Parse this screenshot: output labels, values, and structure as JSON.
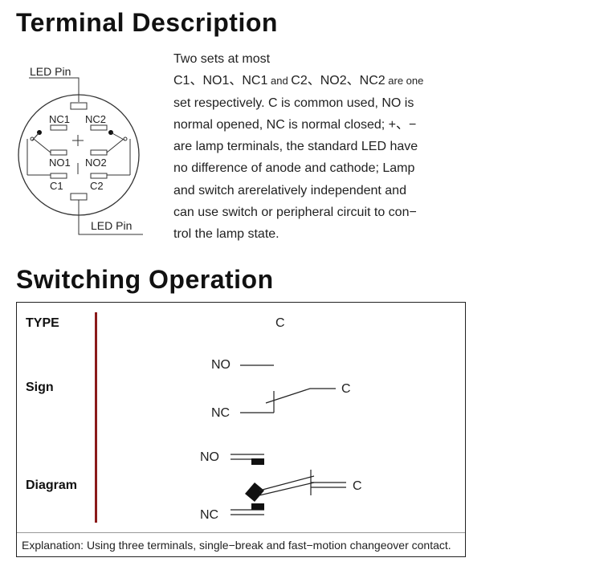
{
  "headings": {
    "terminal": "Terminal Description",
    "switching": "Switching Operation"
  },
  "pinout": {
    "led_pin_top": "LED Pin",
    "led_pin_bottom": "LED Pin",
    "nc1": "NC1",
    "nc2": "NC2",
    "no1": "NO1",
    "no2": "NO2",
    "c1": "C1",
    "c2": "C2"
  },
  "description": {
    "line1": "Two sets at most",
    "line2_a": "C1、NO1、NC1",
    "line2_b": " and ",
    "line2_c": "C2、NO2、NC2",
    "line2_d": " are one",
    "line3": "set respectively. C is common used, NO is",
    "line4": "normal opened, NC is normal closed; +、−",
    "line5": "are lamp terminals, the standard LED have",
    "line6": "no difference of anode and cathode; Lamp",
    "line7": "and switch arerelatively independent and",
    "line8": "can use switch or peripheral circuit to con−",
    "line9": "trol the lamp state."
  },
  "table": {
    "type_label": "TYPE",
    "type_value": "C",
    "sign_label": "Sign",
    "diagram_label": "Diagram",
    "sign_no": "NO",
    "sign_nc": "NC",
    "sign_c": "C",
    "diag_no": "NO",
    "diag_nc": "NC",
    "diag_c": "C",
    "explanation": "Explanation: Using three terminals, single−break and fast−motion changeover contact."
  },
  "colors": {
    "divider": "#8b1a1a"
  }
}
